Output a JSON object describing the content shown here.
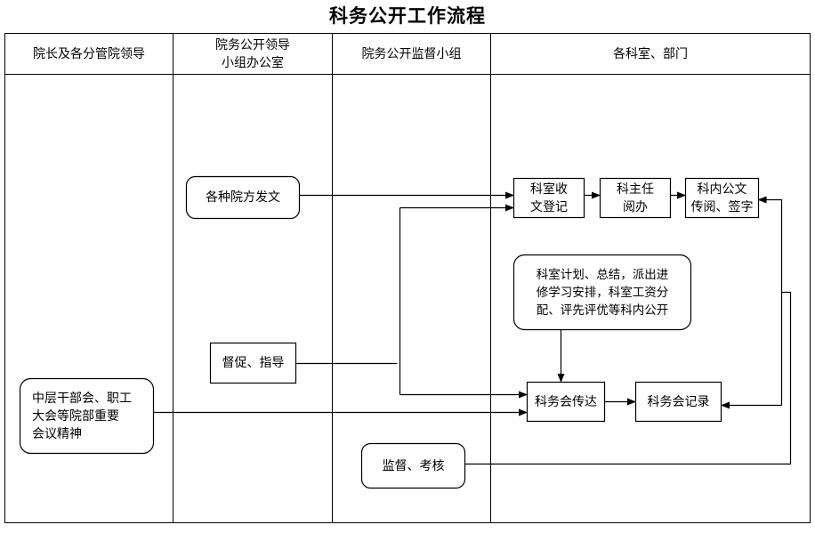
{
  "title": "科务公开工作流程",
  "lanes": [
    "院长及各分管院领导",
    "院务公开领导\n小组办公室",
    "院务公开监督小组",
    "各科室、部门"
  ],
  "nodes": {
    "various_documents": "各种院方发文",
    "urge_guide": "督促、指导",
    "mid_level_meeting": "中层干部会、职工\n大会等院部重要\n会议精神",
    "supervise_assess": "监督、考核",
    "dept_receive_register": "科室收\n文登记",
    "dept_director_review": "科主任\n阅办",
    "dept_circulate_sign": "科内公文\n传阅、签字",
    "dept_plan_items": "科室计划、总结，派出进\n修学习安排，科室工资分\n配、评先评优等科内公开",
    "dept_meeting_convey": "科务会传达",
    "dept_meeting_record": "科务会记录"
  }
}
